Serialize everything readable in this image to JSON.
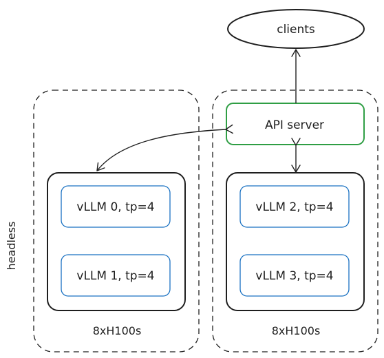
{
  "nodes": {
    "clients": "clients",
    "api_server": "API server",
    "vllm0": "vLLM 0, tp=4",
    "vllm1": "vLLM 1, tp=4",
    "vllm2": "vLLM 2, tp=4",
    "vllm3": "vLLM 3, tp=4"
  },
  "node_groups": {
    "left": "8xH100s",
    "right": "8xH100s"
  },
  "side_label": "headless",
  "colors": {
    "api_border": "#2f9e44",
    "vllm_border": "#1971c2",
    "stroke": "#1e1e1e"
  }
}
